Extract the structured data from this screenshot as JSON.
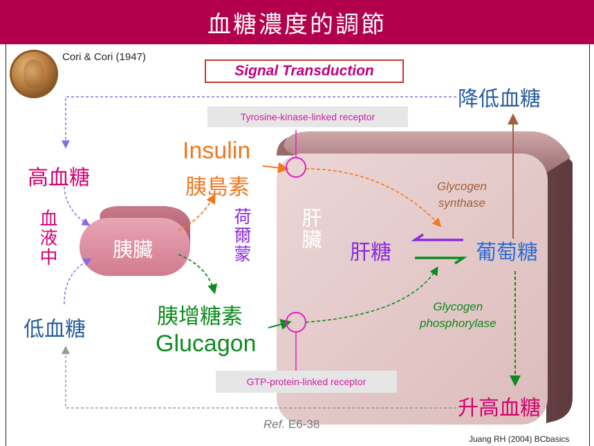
{
  "title": "血糖濃度的調節",
  "credit": "Cori & Cori (1947)",
  "signal_transduction": "Signal Transduction",
  "receptors": {
    "tyrosine": "Tyrosine-kinase-linked receptor",
    "gtp": "GTP-protein-linked receptor"
  },
  "outcomes": {
    "lower": "降低血糖",
    "raise": "升高血糖"
  },
  "blood": {
    "high": "高血糖",
    "low": "低血糖",
    "in_blood": "血液中"
  },
  "pancreas": "胰臟",
  "hormones": {
    "label_vertical": "荷爾蒙",
    "insulin_en": "Insulin",
    "insulin_zh": "胰島素",
    "glucagon_zh": "胰增糖素",
    "glucagon_en": "Glucagon"
  },
  "liver": {
    "label_vertical": "肝臟",
    "glycogen": "肝糖",
    "glucose": "葡萄糖",
    "synthase": "Glycogen synthase",
    "synthase_line1": "Glycogen",
    "synthase_line2": "synthase",
    "phosphorylase_line1": "Glycogen",
    "phosphorylase_line2": "phosphorylase"
  },
  "ref_prefix": "Ref.",
  "ref_code": "E6-38",
  "source": "Juang RH (2004) BCbasics",
  "colors": {
    "header": "#b3004c",
    "insulin": "#f07820",
    "glucagon": "#0f8a1e",
    "glycogen": "#8a2be2",
    "outcome_blue": "#2a5c9a",
    "outcome_magenta": "#d4006e",
    "synthase_arrow": "#a0603a",
    "feedback": "#8a2be2"
  }
}
